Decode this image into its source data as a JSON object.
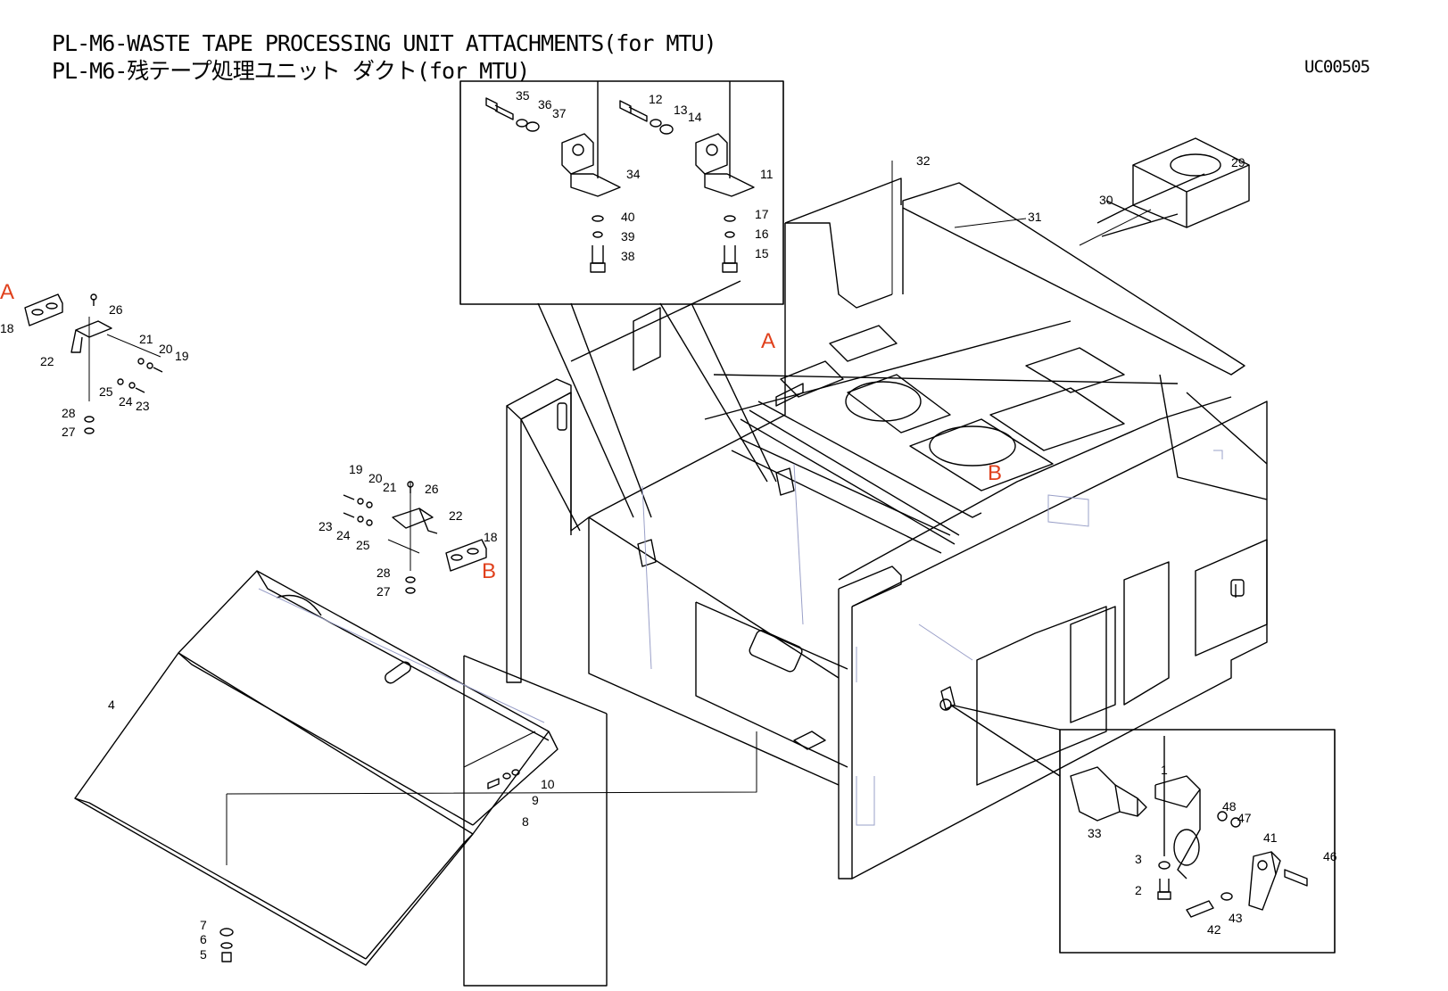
{
  "header": {
    "title_en": "PL-M6-WASTE TAPE PROCESSING UNIT ATTACHMENTS(for MTU)",
    "title_jp": "PL-M6-残テープ処理ユニット ダクト(for MTU)",
    "doc_code": "UC00505"
  },
  "colors": {
    "line": "#000000",
    "reference": "#e0401c",
    "ghost": "#9aa0c8"
  },
  "callouts": [
    "1",
    "2",
    "3",
    "4",
    "5",
    "6",
    "7",
    "8",
    "9",
    "10",
    "11",
    "12",
    "13",
    "14",
    "15",
    "16",
    "17",
    "18",
    "19",
    "20",
    "21",
    "22",
    "23",
    "24",
    "25",
    "26",
    "27",
    "28",
    "29",
    "30",
    "31",
    "32",
    "33",
    "34",
    "35",
    "36",
    "37",
    "38",
    "39",
    "40",
    "41",
    "42",
    "43",
    "46",
    "47",
    "48",
    "18",
    "19",
    "20",
    "21",
    "22",
    "23",
    "24",
    "25",
    "26",
    "27",
    "28"
  ],
  "references": [
    "A",
    "A",
    "B",
    "B"
  ]
}
